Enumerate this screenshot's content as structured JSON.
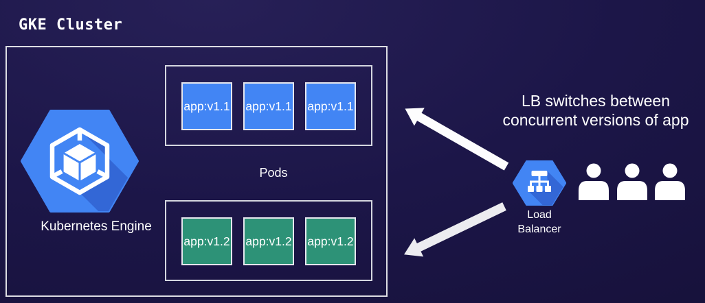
{
  "title": "GKE Cluster",
  "cluster": {
    "engine_label": "Kubernetes Engine",
    "pods_label": "Pods",
    "pod_groups": [
      {
        "version": "v1.1",
        "color": "#4285f4",
        "instances": [
          "app:v1.1",
          "app:v1.1",
          "app:v1.1"
        ]
      },
      {
        "version": "v1.2",
        "color": "#2d9277",
        "instances": [
          "app:v1.2",
          "app:v1.2",
          "app:v1.2"
        ]
      }
    ]
  },
  "annotation": {
    "line1": "LB switches between",
    "line2": "concurrent versions of app"
  },
  "load_balancer": {
    "label_line1": "Load",
    "label_line2": "Balancer"
  },
  "users": {
    "count": 3
  },
  "icons": {
    "kubernetes_engine": "hexagon-cube-icon",
    "load_balancer": "hexagon-network-icon",
    "users": "person-silhouette-icon"
  },
  "colors": {
    "background": "#1b1546",
    "google_blue": "#4285f4",
    "hexagon_shadow": "#3367d6",
    "app_v1": "#4285f4",
    "app_v2": "#2d9277",
    "box_border": "#d5d7e0",
    "arrow": "#f5f5f7"
  }
}
